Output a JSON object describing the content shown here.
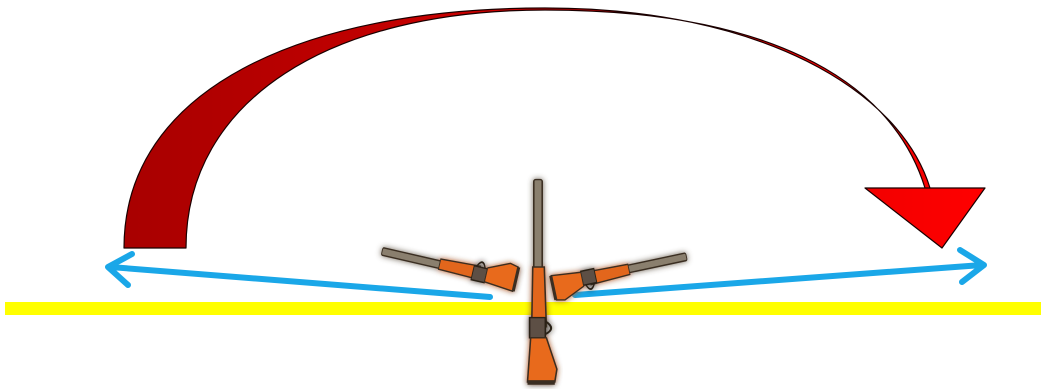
{
  "diagram": {
    "elements": [
      {
        "id": "swing-arrow",
        "icon": "curved-arrow-icon",
        "color": "#e00000"
      },
      {
        "id": "left-arrow",
        "icon": "double-arrow-icon",
        "color": "#1aa7e8"
      },
      {
        "id": "right-arrow",
        "icon": "double-arrow-icon",
        "color": "#1aa7e8"
      },
      {
        "id": "ground-line",
        "icon": "line",
        "color": "#ffff00"
      },
      {
        "id": "rifle-vertical",
        "icon": "rifle-icon",
        "color": "#e86a1c"
      },
      {
        "id": "rifle-left",
        "icon": "rifle-icon",
        "color": "#e86a1c"
      },
      {
        "id": "rifle-right",
        "icon": "rifle-icon",
        "color": "#e86a1c"
      }
    ]
  }
}
